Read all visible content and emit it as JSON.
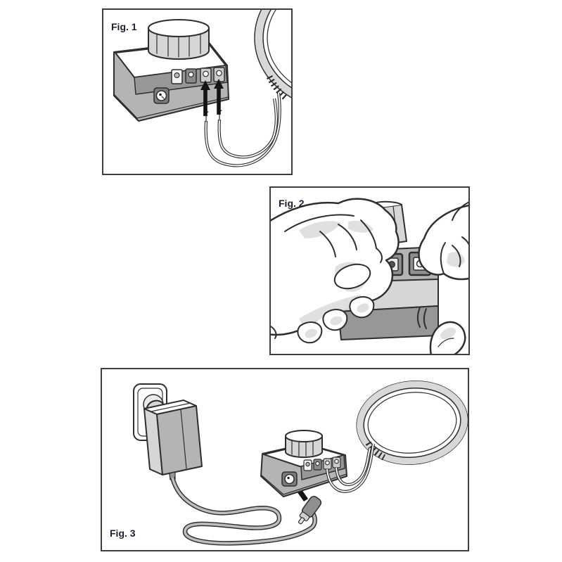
{
  "figures": [
    {
      "label": "Fig. 1"
    },
    {
      "label": "Fig. 2"
    },
    {
      "label": "Fig. 3"
    }
  ],
  "colors": {
    "line": "#2e2e2e",
    "panel_border": "#3e3e3e",
    "label": "#1d1d2b",
    "fill_light": "#d6d6d6",
    "fill_mid": "#b4b4b4",
    "fill_dark": "#979797",
    "arrow": "#141414",
    "track_bed": "#d8d8d8",
    "cord": "#bdbdbd",
    "hand_shade": "#e0e0e0"
  }
}
